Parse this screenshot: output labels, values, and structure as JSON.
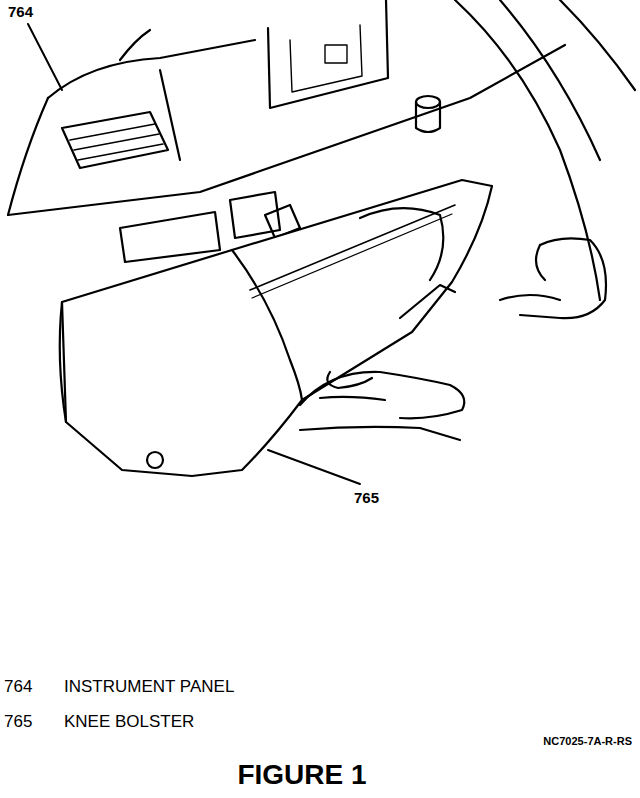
{
  "diagram": {
    "caption": "FIGURE 1",
    "labels": [
      "764",
      "765",
      "764",
      "INSTRUMENT PANEL",
      "765",
      "KNEE BOLSTER",
      "NC7025-7A-R-RS"
    ]
  }
}
